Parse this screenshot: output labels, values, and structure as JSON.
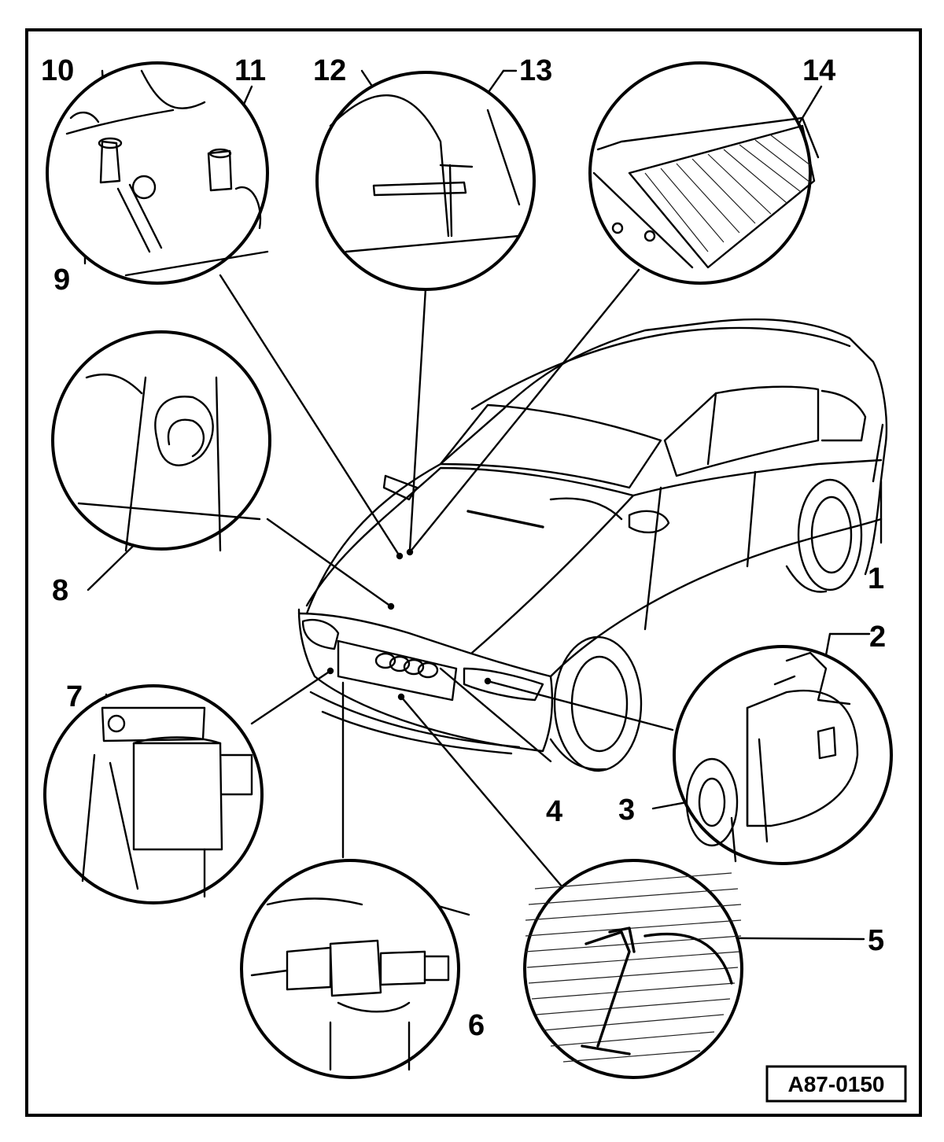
{
  "figure": {
    "reference": "A87-0150",
    "callouts": [
      {
        "id": "1",
        "text": "1"
      },
      {
        "id": "2",
        "text": "2"
      },
      {
        "id": "3",
        "text": "3"
      },
      {
        "id": "4",
        "text": "4"
      },
      {
        "id": "5",
        "text": "5"
      },
      {
        "id": "6",
        "text": "6"
      },
      {
        "id": "7",
        "text": "7"
      },
      {
        "id": "8",
        "text": "8"
      },
      {
        "id": "9",
        "text": "9"
      },
      {
        "id": "10",
        "text": "10"
      },
      {
        "id": "11",
        "text": "11"
      },
      {
        "id": "12",
        "text": "12"
      },
      {
        "id": "13",
        "text": "13"
      },
      {
        "id": "14",
        "text": "14"
      }
    ]
  },
  "colors": {
    "ink": "#000000",
    "paper": "#ffffff"
  }
}
